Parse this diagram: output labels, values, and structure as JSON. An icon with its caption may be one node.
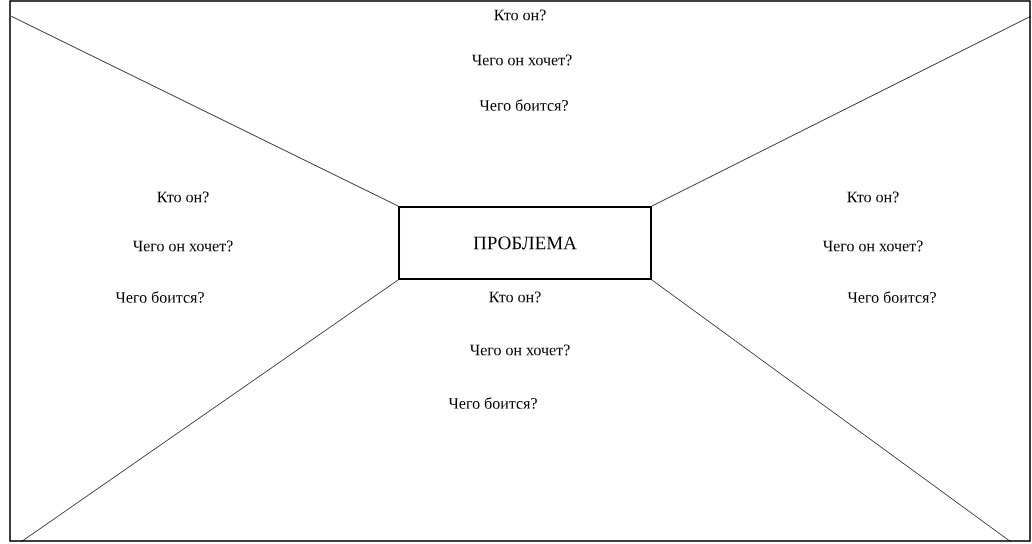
{
  "diagram": {
    "nodes": [
      {
        "text": [],
        "shape": "box"
      },
      {
        "text": [
          "ПРОБЛЕМА"
        ],
        "in": 0
      }
    ],
    "edges": [
      {
        "from": 0,
        "to": 1,
        "arrow": "none"
      },
      {
        "from": 0,
        "to": 1,
        "arrow": "none"
      },
      {
        "from": 0,
        "to": 1,
        "arrow": "none"
      },
      {
        "from": 0,
        "to": 1,
        "arrow": "none"
      }
    ],
    "labels": [
      "Кто он?",
      "Чего он хочет?",
      "Чего боится?",
      "Кто он?",
      "Чего он хочет?",
      "Чего боится?",
      "Кто он?",
      "Чего он хочет?",
      "Чего боится?",
      "Кто он?",
      "Чего он хочет?",
      "Чего боится?"
    ]
  }
}
